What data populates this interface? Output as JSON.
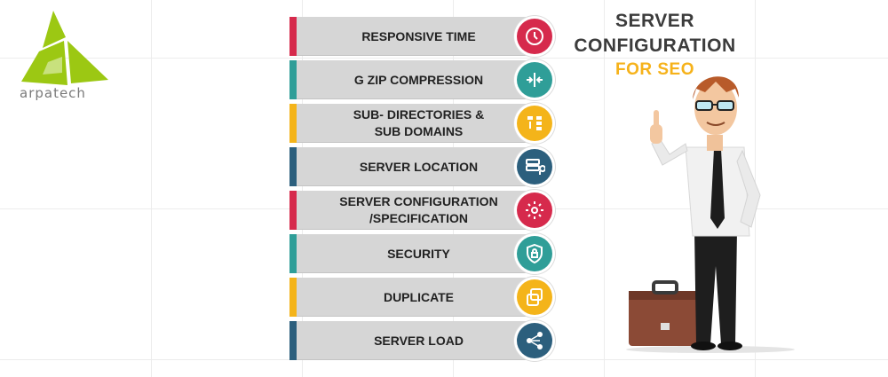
{
  "logo": {
    "text": "arpatech",
    "color": "#9cc813"
  },
  "title": {
    "line1": "SERVER",
    "line2": "CONFIGURATION",
    "line3": "FOR SEO"
  },
  "colors": {
    "red": "#d62a4c",
    "teal": "#2f9e98",
    "yellow": "#f4b41a",
    "navy": "#2c5f7d"
  },
  "items": [
    {
      "label": "RESPONSIVE TIME",
      "color": "#d62a4c",
      "icon": "clock-icon"
    },
    {
      "label": "G ZIP COMPRESSION",
      "color": "#2f9e98",
      "icon": "compress-arrows-icon"
    },
    {
      "label": "SUB- DIRECTORIES &\nSUB DOMAINS",
      "color": "#f4b41a",
      "icon": "sitemap-icon"
    },
    {
      "label": "SERVER LOCATION",
      "color": "#2c5f7d",
      "icon": "server-location-icon"
    },
    {
      "label": "SERVER CONFIGURATION\n/SPECIFICATION",
      "color": "#d62a4c",
      "icon": "gear-icon"
    },
    {
      "label": "SECURITY",
      "color": "#2f9e98",
      "icon": "shield-lock-icon"
    },
    {
      "label": "DUPLICATE",
      "color": "#f4b41a",
      "icon": "duplicate-icon"
    },
    {
      "label": "SERVER LOAD",
      "color": "#2c5f7d",
      "icon": "share-nodes-icon"
    }
  ]
}
